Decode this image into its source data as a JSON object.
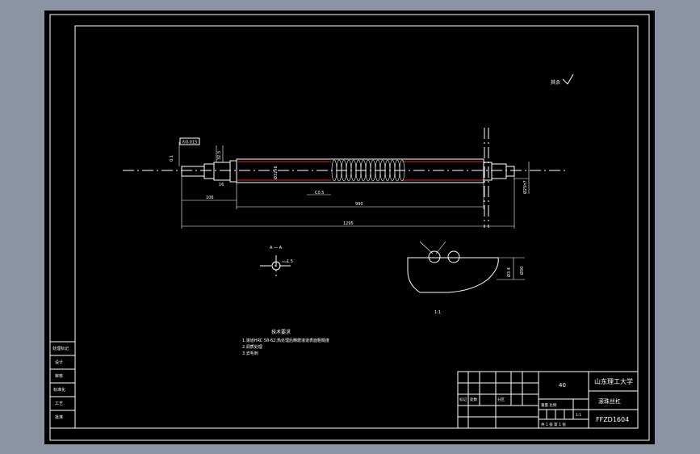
{
  "colors": {
    "background": "#8a94a3",
    "paper": "#000000",
    "lines": "#ffffff",
    "accent": "#e02020"
  },
  "roughness_note": "其余",
  "top_dims": {
    "d1": "0.1",
    "d2": "32.5",
    "d3": "16"
  },
  "tolerance_box": "Ⓐ0.015",
  "shaft_dims": {
    "len_left": "106",
    "len_mid": "990",
    "len_total": "1295",
    "dia_mid": "Ø32h6",
    "chamfer": "C0.5",
    "dia_right": "Ø25h7"
  },
  "section_a": {
    "label": "A — A",
    "dim": "1.5"
  },
  "section_b": {
    "label": "1:1",
    "dim1": "Ø3.4",
    "dim2": "Ø30"
  },
  "tech_req": {
    "title": "技术要求",
    "lines": [
      "1.滚道HRC 58-62,热处理后精磨滚道表面粗糙度",
      "2.调质处理",
      "3.去毛刺"
    ]
  },
  "left_table": [
    "处理标记",
    "设计",
    "审核",
    "标准化",
    "工艺",
    "批准"
  ],
  "title_block": {
    "scale": "40",
    "school": "山东理工大学",
    "part_name": "滚珠丝杠",
    "drawing_no": "FFZD1604",
    "row_labels": [
      "标记",
      "处数",
      "分区"
    ],
    "weight_label": "重量 比例",
    "sheet_label": "共 1 张 第 1 张",
    "sheet_num": "1:1"
  }
}
